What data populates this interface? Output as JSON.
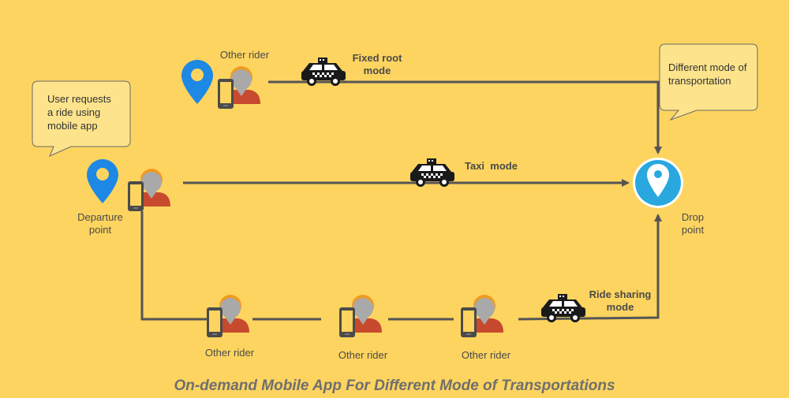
{
  "diagram": {
    "colors": {
      "background": "#fdd45f",
      "line": "#555555",
      "pin": "#1e88e5",
      "avatar_shirt": "#c84a2e",
      "avatar_hair": "#f09a1e",
      "callout": "#fde38b"
    },
    "callouts": {
      "user_request": [
        "User requests",
        "a ride using",
        "mobile app"
      ],
      "modes": [
        "Different mode of",
        "transportation"
      ]
    },
    "departure_label": [
      "Departure",
      "point"
    ],
    "drop_label": [
      "Drop",
      "point"
    ],
    "fixed_route": {
      "rider_label": "Other rider",
      "mode_label": [
        "Fixed root",
        "mode"
      ]
    },
    "taxi": {
      "mode_label": "Taxi  mode"
    },
    "ride_sharing": {
      "mode_label": [
        "Ride sharing",
        "mode"
      ],
      "riders": [
        "Other rider",
        "Other rider",
        "Other rider"
      ]
    },
    "caption": "On-demand Mobile App For Different Mode of Transportations",
    "icons": [
      "map-pin-icon",
      "person-with-phone-icon",
      "taxi-icon",
      "destination-pin-icon"
    ]
  }
}
